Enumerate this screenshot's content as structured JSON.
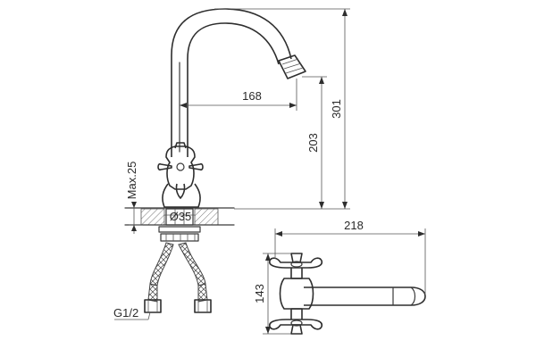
{
  "dimensions": {
    "height_total": "301",
    "height_spout": "203",
    "reach": "168",
    "mounting_max": "Max.25",
    "hole_diameter": "Ø35",
    "connection_thread": "G1/2",
    "top_view_length": "218",
    "top_view_width": "143"
  }
}
